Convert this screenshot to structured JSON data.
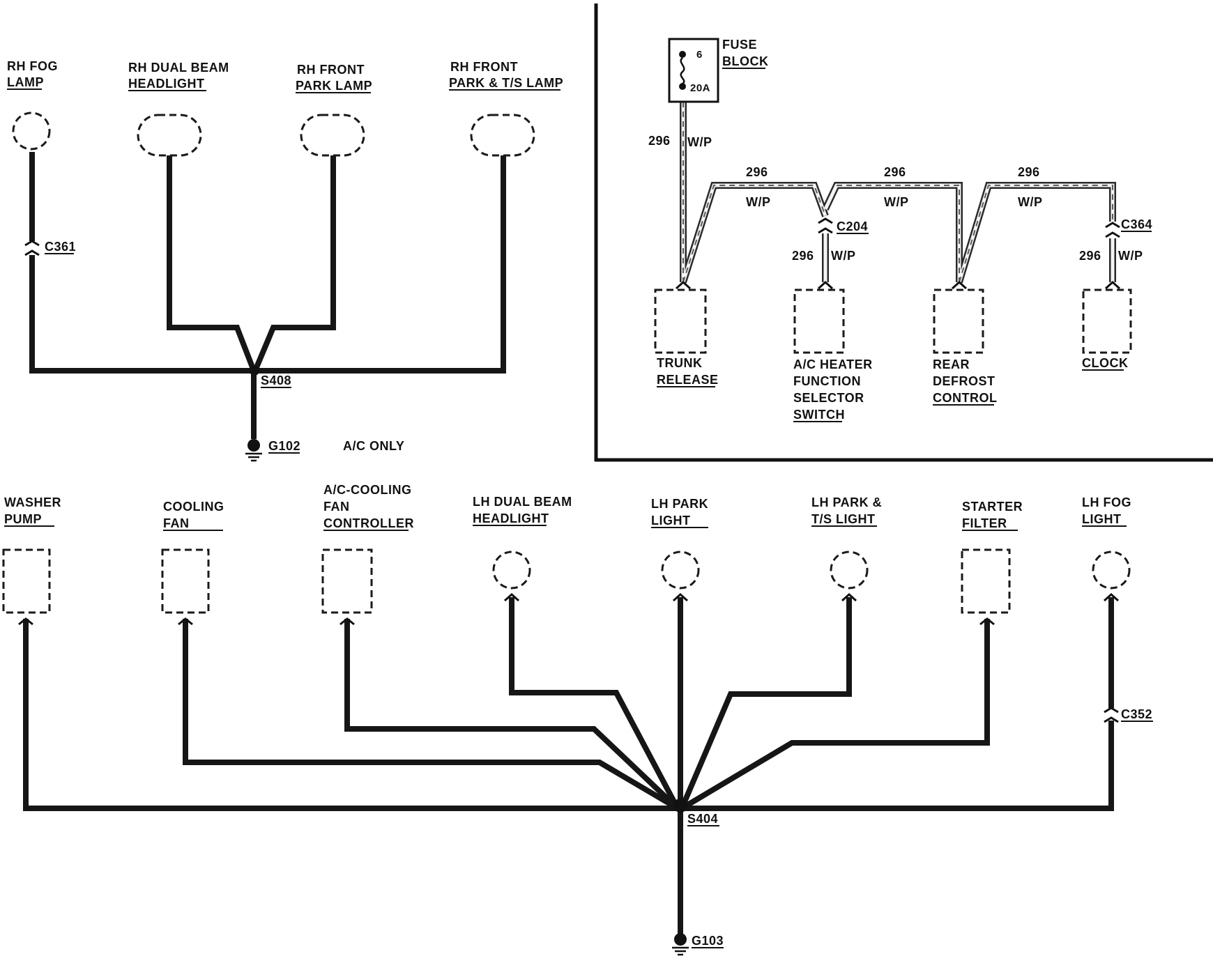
{
  "top_left": {
    "components": [
      {
        "id": "rh_fog",
        "label": [
          "RH FOG",
          "LAMP"
        ]
      },
      {
        "id": "rh_dual",
        "label": [
          "RH DUAL BEAM",
          "HEADLIGHT"
        ]
      },
      {
        "id": "rh_park",
        "label": [
          "RH FRONT",
          "PARK LAMP"
        ]
      },
      {
        "id": "rh_ts",
        "label": [
          "RH FRONT",
          "PARK & T/S LAMP"
        ]
      }
    ],
    "connector": "C361",
    "splice": "S408",
    "ground": "G102",
    "note": "A/C ONLY"
  },
  "top_right": {
    "fuse_block": {
      "label": [
        "FUSE",
        "BLOCK"
      ],
      "fuse_number": "6",
      "rating": "20A"
    },
    "circuit": "296",
    "color": "W/P",
    "connectors": [
      "C204",
      "C364"
    ],
    "components": [
      {
        "id": "trunk",
        "label": [
          "TRUNK",
          "RELEASE"
        ]
      },
      {
        "id": "ac_heater",
        "label": [
          "A/C HEATER",
          "FUNCTION",
          "SELECTOR",
          "SWITCH"
        ]
      },
      {
        "id": "rear_defrost",
        "label": [
          "REAR",
          "DEFROST",
          "CONTROL"
        ]
      },
      {
        "id": "clock",
        "label": [
          "CLOCK"
        ]
      }
    ]
  },
  "bottom": {
    "components": [
      {
        "id": "washer",
        "label": [
          "WASHER",
          "PUMP"
        ]
      },
      {
        "id": "cooling_fan",
        "label": [
          "COOLING",
          "FAN"
        ]
      },
      {
        "id": "ac_fan_ctrl",
        "label": [
          "A/C-COOLING",
          "FAN",
          "CONTROLLER"
        ]
      },
      {
        "id": "lh_dual",
        "label": [
          "LH DUAL BEAM",
          "HEADLIGHT"
        ]
      },
      {
        "id": "lh_park",
        "label": [
          "LH PARK",
          "LIGHT"
        ]
      },
      {
        "id": "lh_ts",
        "label": [
          "LH PARK &",
          "T/S LIGHT"
        ]
      },
      {
        "id": "starter",
        "label": [
          "STARTER",
          "FILTER"
        ]
      },
      {
        "id": "lh_fog",
        "label": [
          "LH FOG",
          "LIGHT"
        ]
      }
    ],
    "connector": "C352",
    "splice": "S404",
    "ground": "G103"
  }
}
